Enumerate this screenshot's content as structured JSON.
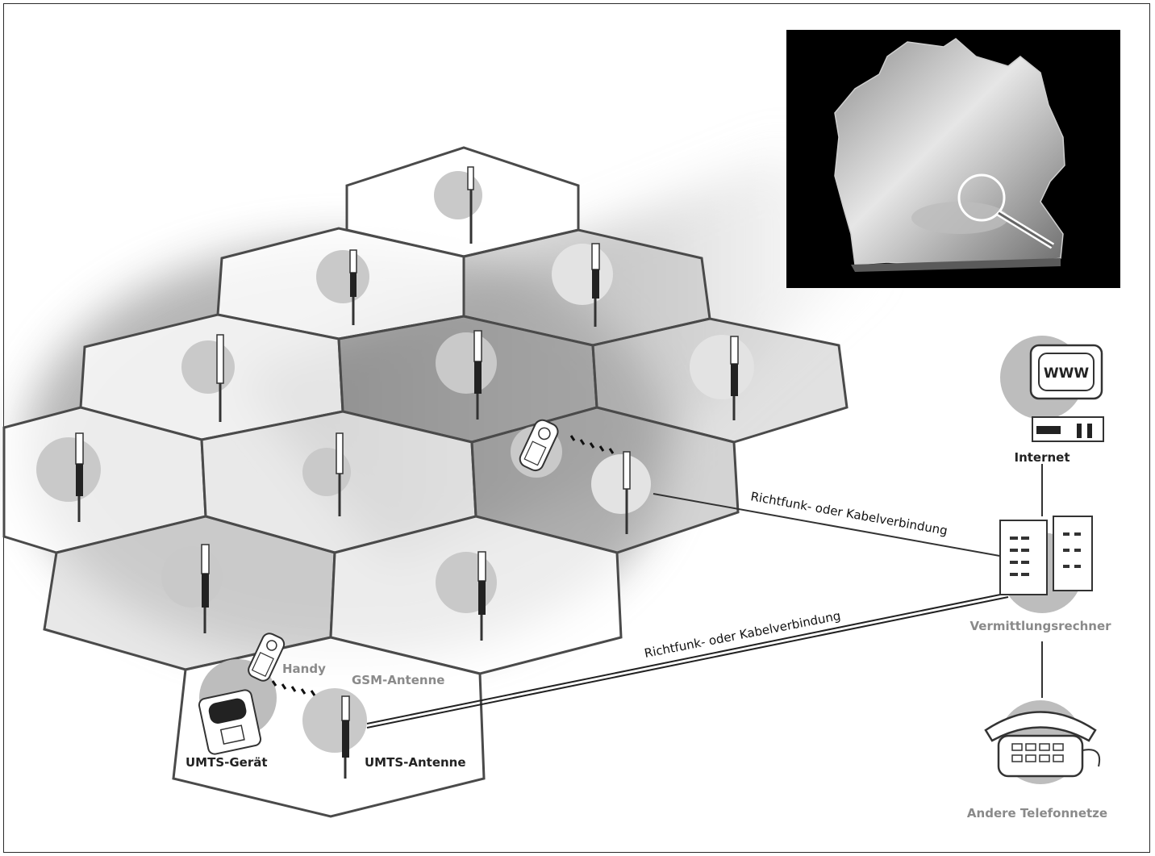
{
  "labels": {
    "internet": "Internet",
    "vermittlungsrechner": "Vermittlungsrechner",
    "andere_telefonnetze": "Andere Telefonnetze",
    "handy": "Handy",
    "gsm_antenne": "GSM-Antenne",
    "umts_geraet": "UMTS-Gerät",
    "umts_antenne": "UMTS-Antenne",
    "link_upper": "Richtfunk- oder Kabelverbindung",
    "link_lower": "Richtfunk- oder Kabelverbindung",
    "www": "WWW"
  },
  "colors": {
    "cell_border": "#4a4a4a",
    "coverage_disc": "#c9c9c9",
    "map_background": "#000000",
    "label_gray": "#8a8a8a"
  }
}
